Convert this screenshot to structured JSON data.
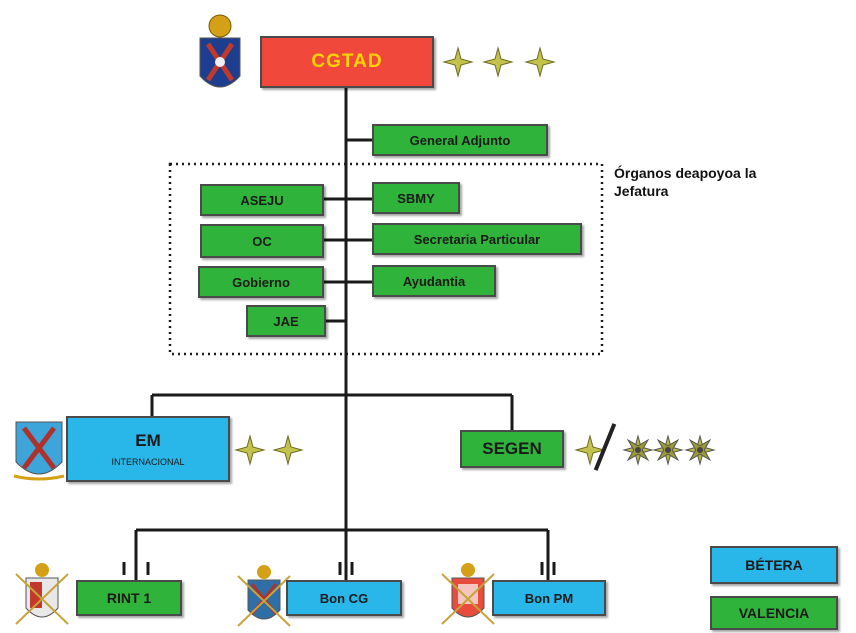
{
  "colors": {
    "line": "#1a1a1a",
    "head_fill": "#f0493c",
    "head_text": "#ffd400",
    "green_unit": "#30b33b",
    "blue_unit": "#29b6e8",
    "star_gold": "#c2c24c",
    "star_dark": "#8a8a2c"
  },
  "nodes": {
    "cgtad": "CGTAD",
    "general_adjunto": "General Adjunto",
    "aseju": "ASEJU",
    "sbmy": "SBMY",
    "oc": "OC",
    "secretaria": "Secretaria Particular",
    "gobierno": "Gobierno",
    "ayudantia": "Ayudantia",
    "jae": "JAE",
    "em": "EM",
    "em_sub": "INTERNACIONAL",
    "segen": "SEGEN",
    "rint1": "RINT 1",
    "bon_cg": "Bon CG",
    "bon_pm": "Bon PM"
  },
  "support_group_caption_line1": "Órganos deapoyoa la",
  "support_group_caption_line2": "Jefatura",
  "legend": {
    "betera": "BÉTERA",
    "valencia": "VALENCIA"
  },
  "ranks": {
    "cgtad_stars": 3,
    "em_stars": 2,
    "segen_stars": 1,
    "segen_alt_stars": 3
  },
  "icons": {
    "emblem_cgtad": "coat-of-arms-icon",
    "emblem_em": "coat-of-arms-icon",
    "emblem_rint1": "coat-of-arms-icon",
    "emblem_boncg": "coat-of-arms-icon",
    "emblem_bonpm": "coat-of-arms-icon",
    "rank": "four-point-star-icon"
  }
}
